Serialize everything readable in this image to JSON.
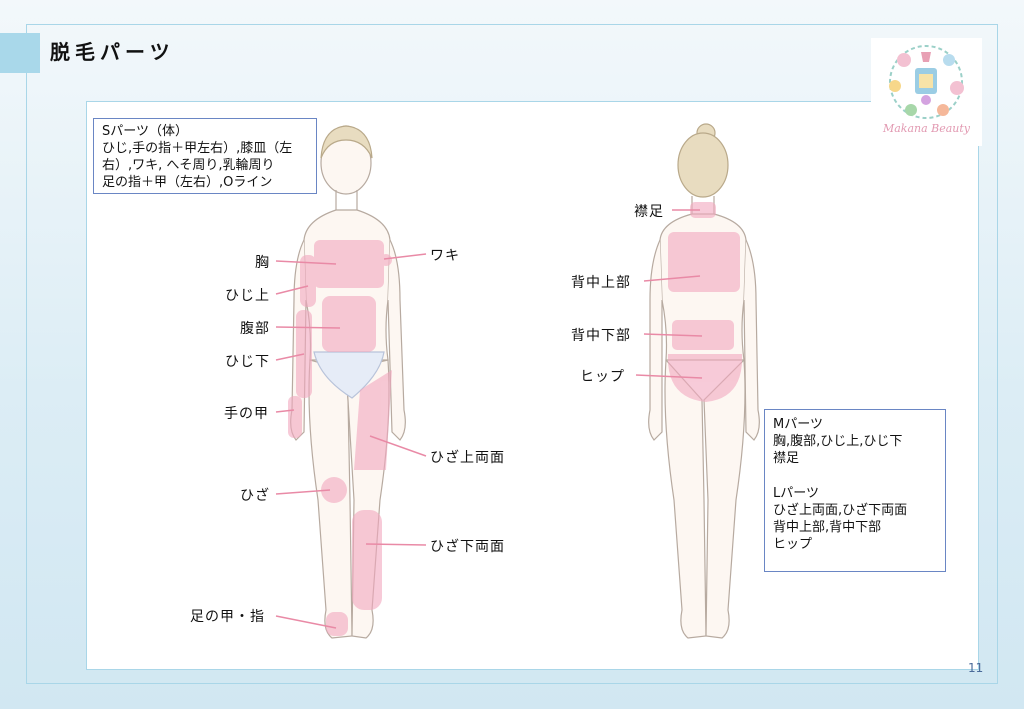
{
  "page": {
    "title": "脱毛パーツ",
    "page_number": "11"
  },
  "logo": {
    "text": "Makana Beauty",
    "icon": "wreath-logo-icon"
  },
  "s_box": {
    "lines": [
      "Sパーツ（体）",
      "ひじ,手の指＋甲左右）,膝皿（左",
      "右）,ワキ, へそ周り,乳輪周り",
      "足の指＋甲（左右）,Oライン"
    ]
  },
  "m_l_box": {
    "m_lines": [
      "Mパーツ",
      "胸,腹部,ひじ上,ひじ下",
      "襟足"
    ],
    "l_lines": [
      "Lパーツ",
      "ひざ上両面,ひざ下両面",
      "背中上部,背中下部",
      "ヒップ"
    ]
  },
  "front_labels": {
    "mune": "胸",
    "waki": "ワキ",
    "hiji_ue": "ひじ上",
    "fukubu": "腹部",
    "hiji_shita": "ひじ下",
    "te_no_kou": "手の甲",
    "hiza_ue": "ひざ上両面",
    "hiza": "ひざ",
    "hiza_shita": "ひざ下両面",
    "ashi": "足の甲・指"
  },
  "back_labels": {
    "eriashi": "襟足",
    "senaka_ue": "背中上部",
    "senaka_shita": "背中下部",
    "hip": "ヒップ"
  },
  "colors": {
    "highlight": "#f2a8bf",
    "leader": "#e98aa6",
    "frame": "#a9d6e8",
    "box_border": "#6a86c4"
  }
}
